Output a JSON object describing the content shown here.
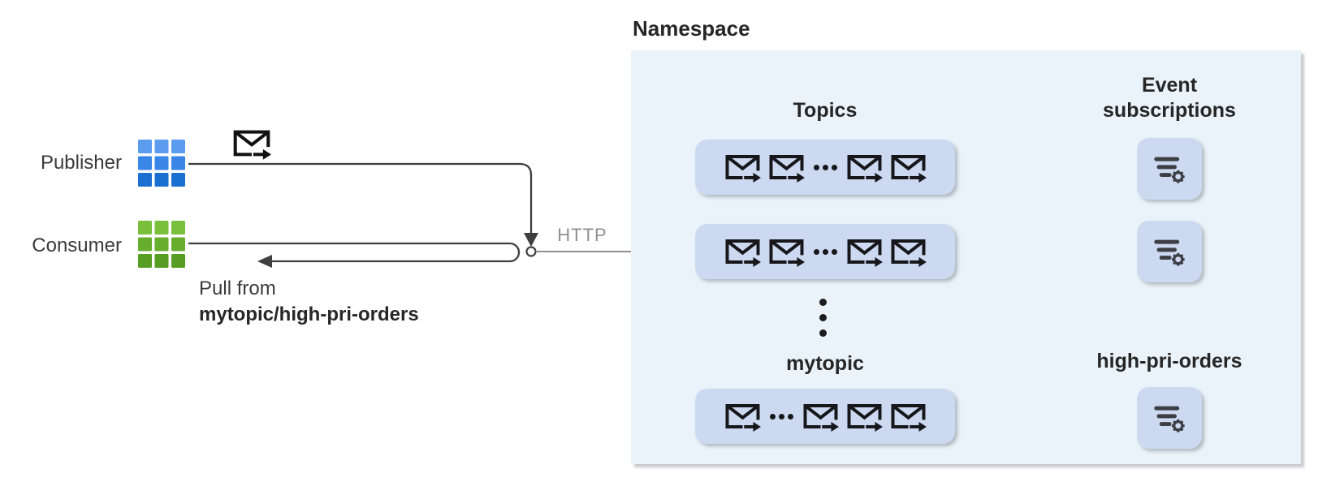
{
  "colors": {
    "line": "#3f3f3f",
    "dash": "#333333",
    "http": "#8f8f8f",
    "heading": "#262626",
    "body": "#3a3a3a",
    "ns-bg": "#e9f3f9",
    "node-fill": "#ccd9f1",
    "icon-dark": "#17171b",
    "filter-icon": "#3d3d44",
    "blue-top": "#5c9cee",
    "blue-mid": "#3a85e8",
    "blue-bottom": "#1a6fd0",
    "green-top": "#79bf3c",
    "green-mid": "#68ae2e",
    "green-bottom": "#579d23"
  },
  "left_panel": {
    "publisher_label": "Publisher",
    "consumer_label": "Consumer",
    "pull_caption_line1": "Pull from",
    "pull_caption_line2": "mytopic/high-pri-orders",
    "http_label": "HTTP"
  },
  "namespace": {
    "title": "Namespace",
    "topics": {
      "title": "Topics",
      "rows": [
        {
          "id": "topic-row-1",
          "pattern": [
            "envelope",
            "envelope",
            "dots",
            "envelope",
            "envelope"
          ]
        },
        {
          "id": "topic-row-2",
          "pattern": [
            "envelope",
            "envelope",
            "dots",
            "envelope",
            "envelope"
          ]
        },
        {
          "id": "topic-row-3",
          "label": "mytopic",
          "pattern": [
            "envelope",
            "dots",
            "envelope",
            "envelope",
            "envelope"
          ]
        }
      ]
    },
    "subscriptions": {
      "title": "Event subscriptions",
      "items": [
        {
          "id": "event-subscription-1"
        },
        {
          "id": "event-subscription-2"
        },
        {
          "id": "event-subscription-3",
          "label": "high-pri-orders"
        }
      ]
    }
  }
}
